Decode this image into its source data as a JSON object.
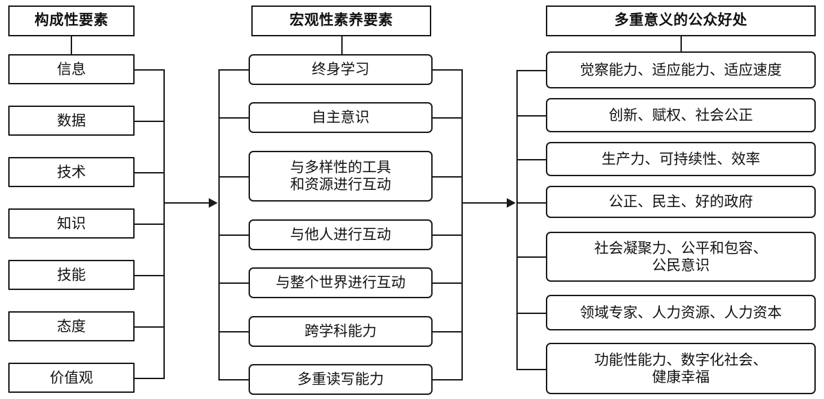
{
  "diagram": {
    "title_hidden": "",
    "columns": [
      {
        "id": "constitutive",
        "header": "构成性要素",
        "items": [
          "信息",
          "数据",
          "技术",
          "知识",
          "技能",
          "态度",
          "价值观"
        ]
      },
      {
        "id": "macro-literacy",
        "header": "宏观性素养要素",
        "items": [
          "终身学习",
          "自主意识",
          "与多样性的工具\n和资源进行互动",
          "与他人进行互动",
          "与整个世界进行互动",
          "跨学科能力",
          "多重读写能力"
        ]
      },
      {
        "id": "public-benefits",
        "header": "多重意义的公众好处",
        "items": [
          "觉察能力、适应能力、适应速度",
          "创新、赋权、社会公正",
          "生产力、可持续性、效率",
          "公正、民主、好的政府",
          "社会凝聚力、公平和包容、\n公民意识",
          "领域专家、人力资源、人力资本",
          "功能性能力、数字化社会、\n健康幸福"
        ]
      }
    ],
    "connectors": [
      {
        "name": "arrow-constitutive-to-macro",
        "label": ""
      },
      {
        "name": "arrow-macro-to-benefits",
        "label": ""
      }
    ],
    "colors": {
      "stroke": "#1a1a1a",
      "background": "#ffffff",
      "text": "#111111"
    }
  }
}
